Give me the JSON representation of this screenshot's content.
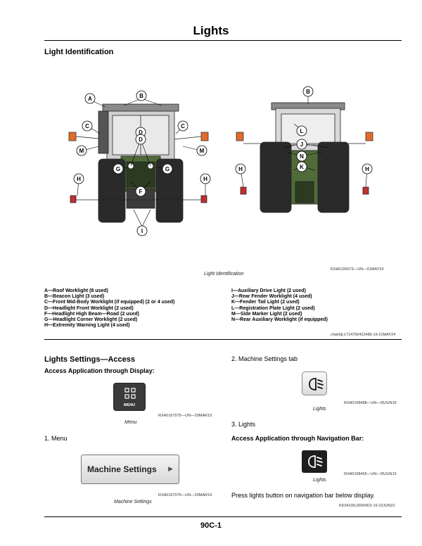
{
  "page": {
    "title": "Lights",
    "page_number": "90C-1"
  },
  "identification": {
    "heading": "Light Identification",
    "figure_code": "RXA0190073—UN—01MAY24",
    "caption": "Light Identification",
    "legend_left": [
      "A—Roof Worklight (8 used)",
      "B—Beacon Light (3 used)",
      "C—Front Mid-Body Worklight (if equipped) (2 or 4 used)",
      "D—Headlight Front Worklight (2 used)",
      "F—Headlight High Beam—Road (2 used)",
      "G—Headlight Corner Worklight (2 used)",
      "H—Extremity Warning Light (4 used)"
    ],
    "legend_right": [
      "I—Auxiliary Drive Light (2 used)",
      "J—Rear Fender Worklight (4 used)",
      "K—Fender Tail Light (2 used)",
      "L—Registration Plate Light (2 used)",
      "M—Side Marker Light (2 used)",
      "N—Rear Auxiliary Worklight (if equipped)"
    ],
    "ref_code": "chdx6jt,1714750422486-19-21MAY24",
    "front_callouts": [
      "A",
      "B",
      "C",
      "C",
      "D",
      "D",
      "M",
      "M",
      "G",
      "G",
      "H",
      "H",
      "F",
      "I"
    ],
    "rear_callouts": [
      "B",
      "L",
      "J",
      "N",
      "K",
      "H",
      "H"
    ]
  },
  "access": {
    "heading": "Lights Settings—Access",
    "display_subhead": "Access Application through Display:",
    "menu_icon_label": "MENU",
    "menu_code": "RXA0167075—UN—20MAR19",
    "menu_caption": "Menu",
    "step1": "1. Menu",
    "machine_settings_label": "Machine Settings",
    "machine_settings_code": "RXA0167076—UN—20MAR19",
    "machine_settings_caption": "Machine Settings",
    "step2": "2. Machine Settings tab",
    "lights_tab_code": "RXA0168488—UN—05JUN19",
    "lights_tab_caption": "Lights",
    "step3": "3. Lights",
    "nav_subhead": "Access Application through Navigation Bar:",
    "lights_nav_code": "RXA0168455—UN—05JUN19",
    "lights_nav_caption": "Lights",
    "nav_instruction": "Press lights button on navigation bar below display.",
    "ref_code": "KD34109,00004D2-19-22JUN22"
  }
}
